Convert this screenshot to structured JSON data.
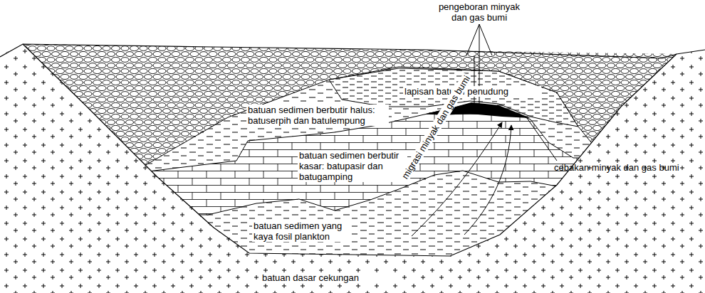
{
  "diagram": {
    "labels": [
      "pengeboran minyak dan gas bumi",
      "lapisan batuan penudung",
      "batuan sedimen berbutir halus: batuserpih dan batulempung",
      "batuan sedimen berbutir kasar: batupasir dan batugamping",
      "batuan sedimen yang kaya fosil plankton",
      "batuan dasar cekungan",
      "migrasi minyak dan gas bumi",
      "cebakan minyak dan gas bumi"
    ]
  }
}
